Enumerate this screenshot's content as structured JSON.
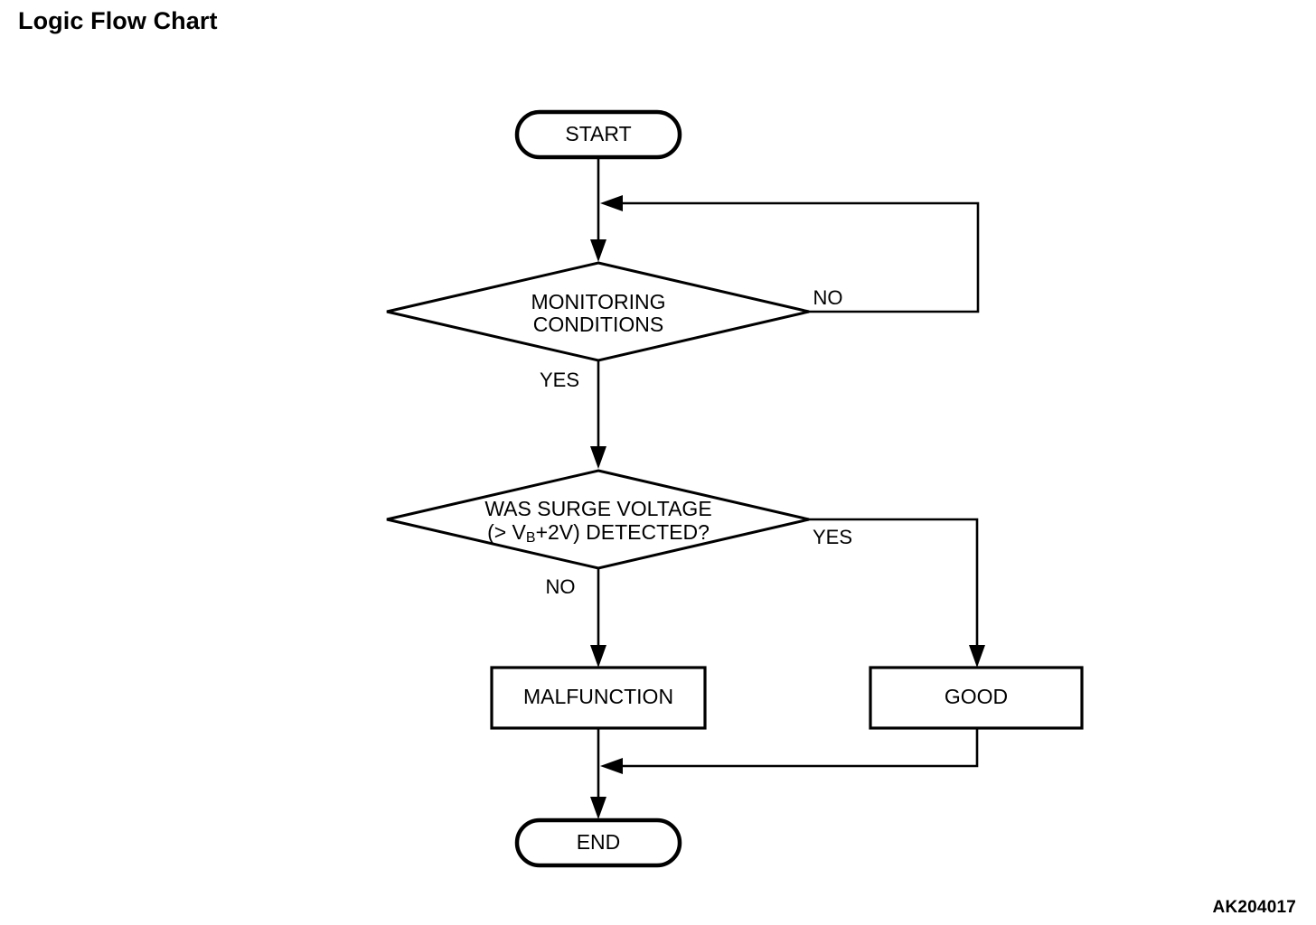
{
  "document": {
    "title": "Logic Flow Chart",
    "figure_id": "AK204017"
  },
  "chart_data": {
    "type": "diagram",
    "diagram_kind": "flowchart",
    "title": "Logic Flow Chart",
    "nodes": [
      {
        "id": "start",
        "shape": "terminator",
        "label": "START"
      },
      {
        "id": "monitoring",
        "shape": "decision",
        "label_line1": "MONITORING",
        "label_line2": "CONDITIONS"
      },
      {
        "id": "surge",
        "shape": "decision",
        "label_line1": "WAS SURGE VOLTAGE",
        "label_line2_pre": "(> V",
        "label_line2_sub": "B",
        "label_line2_post": "+2V) DETECTED?"
      },
      {
        "id": "malfunction",
        "shape": "process",
        "label": "MALFUNCTION"
      },
      {
        "id": "good",
        "shape": "process",
        "label": "GOOD"
      },
      {
        "id": "end",
        "shape": "terminator",
        "label": "END"
      }
    ],
    "edges": [
      {
        "from": "start",
        "to": "monitoring",
        "label": ""
      },
      {
        "from": "monitoring",
        "to": "monitoring",
        "label": "NO"
      },
      {
        "from": "monitoring",
        "to": "surge",
        "label": "YES"
      },
      {
        "from": "surge",
        "to": "malfunction",
        "label": "NO"
      },
      {
        "from": "surge",
        "to": "good",
        "label": "YES"
      },
      {
        "from": "malfunction",
        "to": "end",
        "label": ""
      },
      {
        "from": "good",
        "to": "end",
        "label": ""
      }
    ],
    "branch_labels": {
      "monitoring_no": "NO",
      "monitoring_yes": "YES",
      "surge_no": "NO",
      "surge_yes": "YES"
    },
    "colors": {
      "stroke": "#000000",
      "fill": "#ffffff",
      "text": "#000000"
    }
  }
}
